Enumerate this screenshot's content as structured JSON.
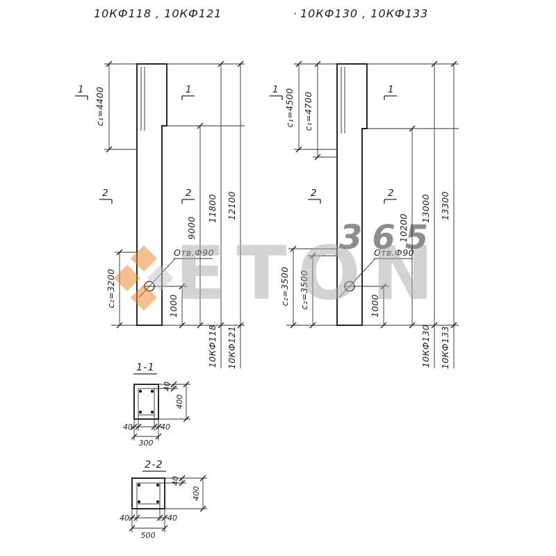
{
  "colors": {
    "line": "#2b2b2b",
    "accent_orange": "#ef8220",
    "watermark_gray": "#a8a8a8"
  },
  "titles": {
    "left": "10КФ118 , 10КФ121",
    "separator_dot": "·",
    "right": "10КФ130 , 10КФ133"
  },
  "left_drawing": {
    "section_marks": {
      "mark1": "1",
      "mark2": "2"
    },
    "dims": {
      "c1": "c₁=4400",
      "c2": "c₂=3200",
      "hole_to_bottom": "1000",
      "mid": "9000",
      "length_a": "11800",
      "length_b": "12100"
    },
    "hole_label": "Отв.Ф90",
    "column_marks": {
      "a": "10КФ118",
      "b": "10КФ121"
    }
  },
  "right_drawing": {
    "section_marks": {
      "mark1": "1",
      "mark2": "2"
    },
    "dims": {
      "c1a": "c₁=4500",
      "c1b": "c₁=4700",
      "c2a": "c₂=3500",
      "c2b": "c₂=3500",
      "hole_to_bottom": "1000",
      "mid": "10200",
      "length_a": "13000",
      "length_b": "13300"
    },
    "hole_label": "Отв.Ф90",
    "column_marks": {
      "a": "10КФ130",
      "b": "10КФ133"
    }
  },
  "section_1_1": {
    "title": "1-1",
    "dims": {
      "cover_top": "40",
      "height": "400",
      "cover_left": "40",
      "cover_right": "40",
      "width": "300"
    }
  },
  "section_2_2": {
    "title": "2-2",
    "dims": {
      "cover_top": "40",
      "height": "400",
      "cover_left": "40",
      "cover_right": "40",
      "width": "500"
    }
  },
  "watermark": {
    "word": "ETON",
    "number": "365"
  }
}
